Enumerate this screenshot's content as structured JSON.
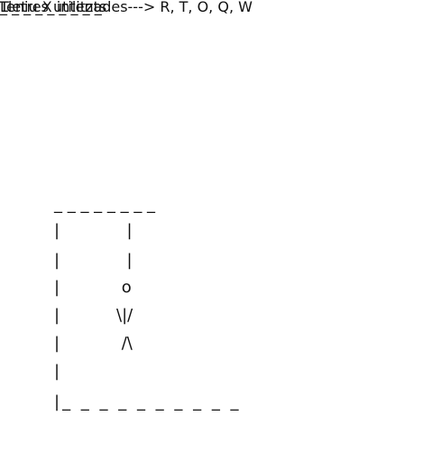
{
  "game": {
    "attempts_text": "Teniu X intents",
    "word_blanks": "_ _ _ _ _ _ _ _ _",
    "used_letters_text": "Lletres utilitzades---> R, T, O, Q, W"
  },
  "gallows": {
    "top_beam": "_ _ _ _ _ _ _ _",
    "rope_1": "|             |",
    "rope_2": "|             |",
    "head": "|            o",
    "body": "|           \\|/",
    "legs": "|            /\\",
    "post_1": "|",
    "base": "|_ _ _ _ _ _ _ _ _ _"
  }
}
